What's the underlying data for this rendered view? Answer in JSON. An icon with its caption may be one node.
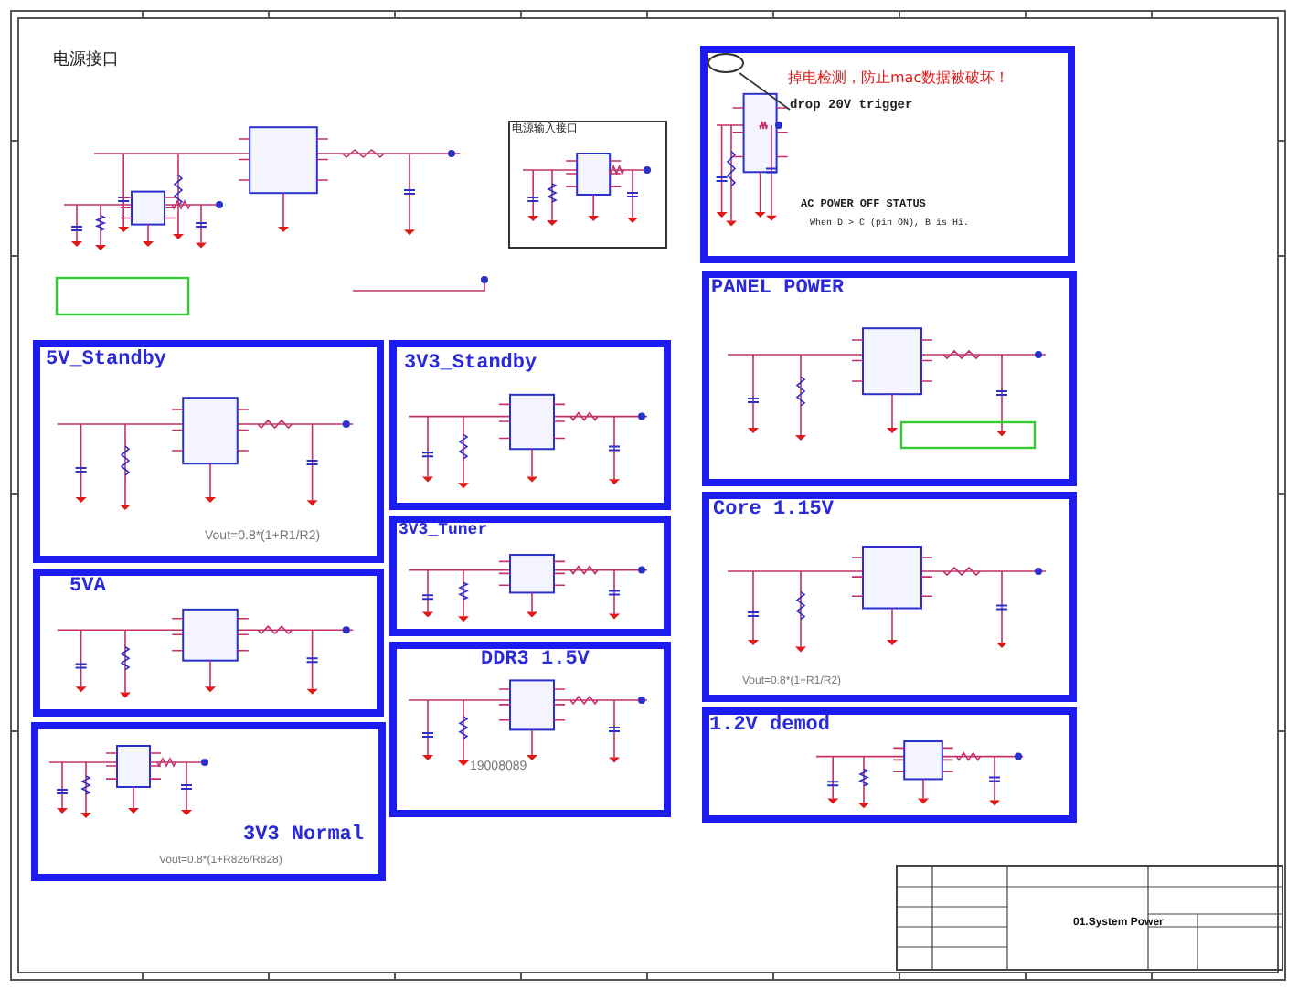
{
  "diagram": {
    "nodes": [
      {
        "text": [
          "掉电检测，防止mac数据被破坏！",
          "AC POWER OFF STATUS",
          "When D > C (pin ON), B is Hi."
        ]
      },
      {
        "text": [],
        "shape": "circle",
        "in": 0
      },
      {
        "text": [
          "drop 20V trigger"
        ],
        "in": 0
      },
      {
        "text": [
          "电源输入接口"
        ]
      },
      {
        "text": [
          "5V_Standby",
          "Vout=0.8*(1+R1/R2)"
        ]
      },
      {
        "text": [
          "3V3_Standby"
        ]
      },
      {
        "text": [
          "3V3_Tuner"
        ]
      },
      {
        "text": [
          "5VA"
        ]
      },
      {
        "text": [
          "DDR3 1.5V",
          "19008089"
        ]
      },
      {
        "text": [
          "3V3 Normal",
          "Vout=0.8*(1+R826/R828)"
        ]
      },
      {
        "text": [
          "PANEL POWER"
        ]
      },
      {
        "text": [
          "Core 1.15V",
          "Vout=0.8*(1+R1/R2)"
        ]
      },
      {
        "text": [
          "1.2V demod"
        ]
      },
      {
        "text": [
          "01.System Power"
        ]
      }
    ],
    "edges": [
      {
        "from": 2,
        "to": 1,
        "arrow": "none"
      }
    ],
    "labels": [
      "电源接口"
    ]
  }
}
